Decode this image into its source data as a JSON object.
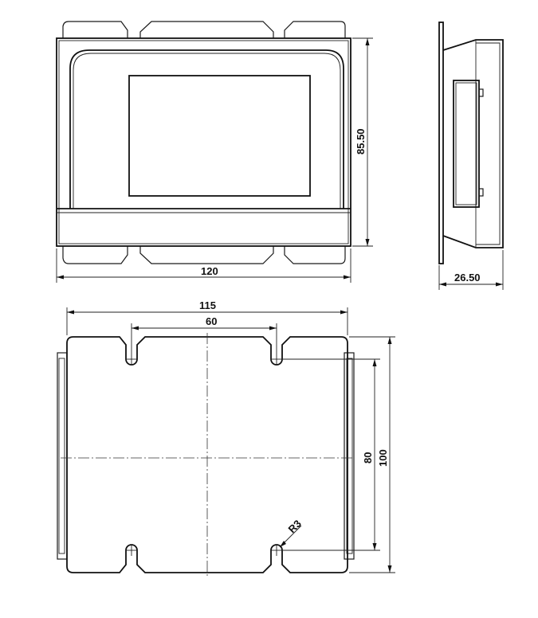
{
  "drawing": {
    "views": [
      "front-view",
      "side-view",
      "panel-cutout-view"
    ],
    "dimensions": {
      "front_width": "120",
      "front_height": "85.50",
      "side_depth": "26.50",
      "cutout_width": "115",
      "hole_spacing_horizontal": "60",
      "hole_spacing_vertical": "80",
      "cutout_height": "100",
      "hole_radius": "R3"
    }
  }
}
